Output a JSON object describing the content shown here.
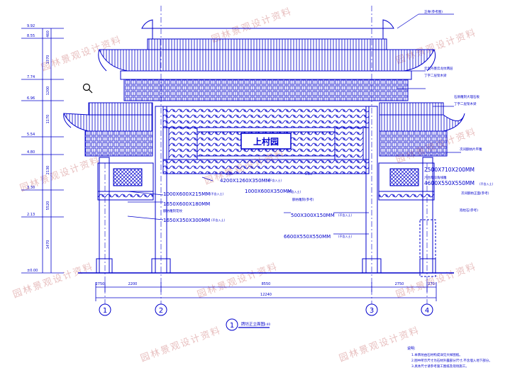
{
  "colors": {
    "line": "#0000cc",
    "watermark": "#e6b8b8",
    "background": "#ffffff"
  },
  "sign_text": "上村园",
  "elevation_labels": [
    "9.92",
    "8.55",
    "7.74",
    "6.96",
    "5.54",
    "4.80",
    "3.30",
    "2.13",
    "±0.00"
  ],
  "vertical_dims": [
    "460",
    "1370",
    "1200",
    "1170",
    "2130",
    "5520",
    "1470"
  ],
  "callouts_top_right": [
    "正脊(参考图)",
    "云里丹墨云龙纹两层",
    "丁字二层架木梁",
    "石质雕刻大理石板",
    "丁字二层架木梁"
  ],
  "callouts_mid_right": [
    "次间额枋片平雕",
    "2500X710X200MM",
    "六合两段角线雕",
    "4600X550X550MM",
    "(不含入土)",
    "次间额枋正面(参考)",
    "抱柱石(参考)"
  ],
  "callouts_left": [
    "1000X600X215MM",
    "(不含入土)",
    "1650X600X180MM",
    "1650X350X300MM",
    "(不含入土)",
    "额枋雕刻花纹"
  ],
  "callouts_center": [
    "4200X1260X350MM",
    "(不含入土)",
    "1000X600X350MM",
    "(不含入土)",
    "4.50",
    "4.20",
    "额枋雕刻(参考)",
    "500X300X150MM",
    "(不含入土)",
    "6600X550X550MM",
    "(不含入土)"
  ],
  "horizontal_dims": [
    "2750",
    "2200",
    "8550",
    "2750",
    "270",
    "12240"
  ],
  "axis_labels": [
    "1",
    "2",
    "3",
    "4"
  ],
  "title_number": "1",
  "title_text": "牌坊正立面图",
  "title_scale": "1:40",
  "notes_heading": "说明:",
  "notes": [
    "1.本牌坊由石材构成详见大样图纸。",
    "2.图中所示尺寸为石材外露部分尺寸,不含埋入地下部分。",
    "3.具体尺寸请参考施工图纸及现场施工。"
  ],
  "watermark": "园林景观设计资料"
}
